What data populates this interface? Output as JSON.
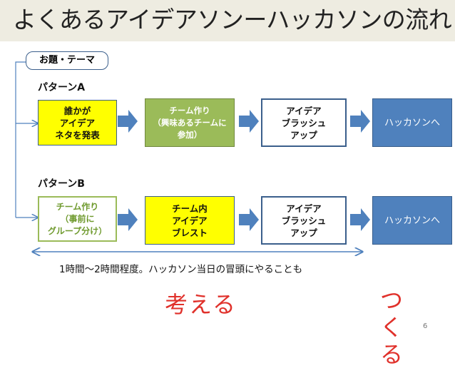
{
  "title": "よくあるアイデアソンーハッカソンの流れ",
  "theme_label": "お題・テーマ",
  "pattern_a": {
    "label": "パターンA",
    "steps": [
      "誰かが\nアイデア\nネタを発表",
      "チーム作り\n（興味あるチームに\n参加）",
      "アイデア\nブラッシュ\nアップ",
      "ハッカソンへ"
    ]
  },
  "pattern_b": {
    "label": "パターンB",
    "steps": [
      "チーム作り\n（事前に\nグループ分け）",
      "チーム内\nアイデア\nブレスト",
      "アイデア\nブラッシュ\nアップ",
      "ハッカソンへ"
    ]
  },
  "duration_note": "1時間～2時間程度。ハッカソン当日の冒頭にやることも",
  "phase_think": "考える",
  "phase_make": "つくる",
  "page_number": "6",
  "colors": {
    "yellow": "#ffff00",
    "green": "#9bbb59",
    "blue": "#4f81bd",
    "arrow": "#4f81bd",
    "phase_text": "#e0312b"
  }
}
